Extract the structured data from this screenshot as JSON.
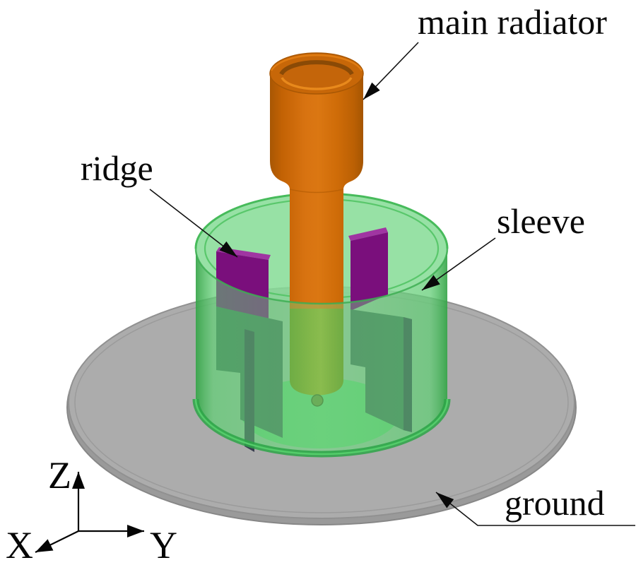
{
  "labels": {
    "main_radiator": "main radiator",
    "ridge": "ridge",
    "sleeve": "sleeve",
    "ground": "ground"
  },
  "axes": {
    "x": "X",
    "y": "Y",
    "z": "Z"
  },
  "colors": {
    "radiator_orange": "#ce6a06",
    "radiator_rim": "#c06104",
    "feed_olive": "#8da226",
    "sleeve_green": "#57c76c",
    "sleeve_top_green": "#85dc95",
    "ridge_purple": "#7a0f7c",
    "ridge_dark_teal": "#44705a",
    "ridge_edge_slate": "#383d4f",
    "ground_gray": "#acacac",
    "annotation_black": "#000000"
  }
}
